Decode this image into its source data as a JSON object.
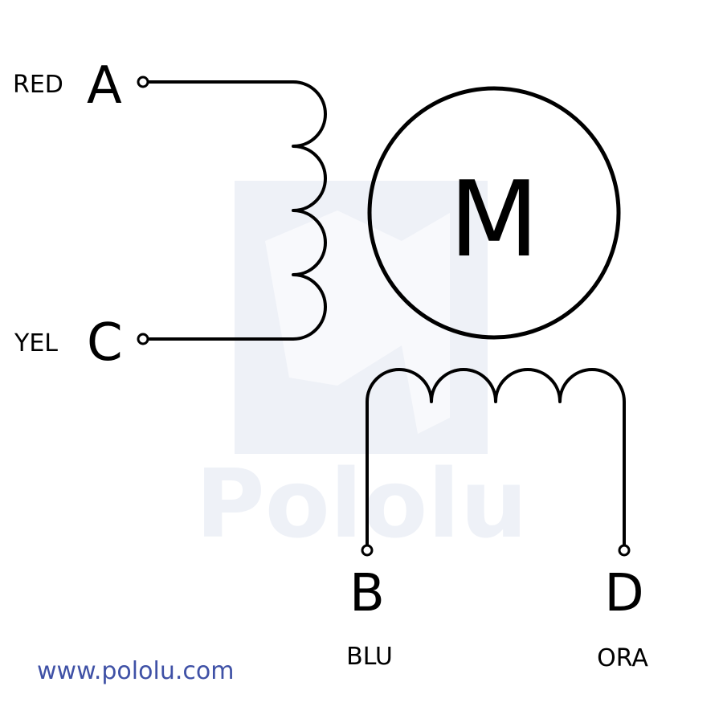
{
  "motor": {
    "label": "M"
  },
  "coil_a": {
    "top_terminal": {
      "letter": "A",
      "wire_color": "RED"
    },
    "bottom_terminal": {
      "letter": "C",
      "wire_color": "YEL"
    }
  },
  "coil_b": {
    "left_terminal": {
      "letter": "B",
      "wire_color": "BLU"
    },
    "right_terminal": {
      "letter": "D",
      "wire_color": "ORA"
    }
  },
  "footer": {
    "url": "www.pololu.com"
  },
  "watermark": {
    "text": "Pololu"
  },
  "colors": {
    "line": "#000000",
    "url": "#3f51a6",
    "watermark": "#eef1f7"
  }
}
